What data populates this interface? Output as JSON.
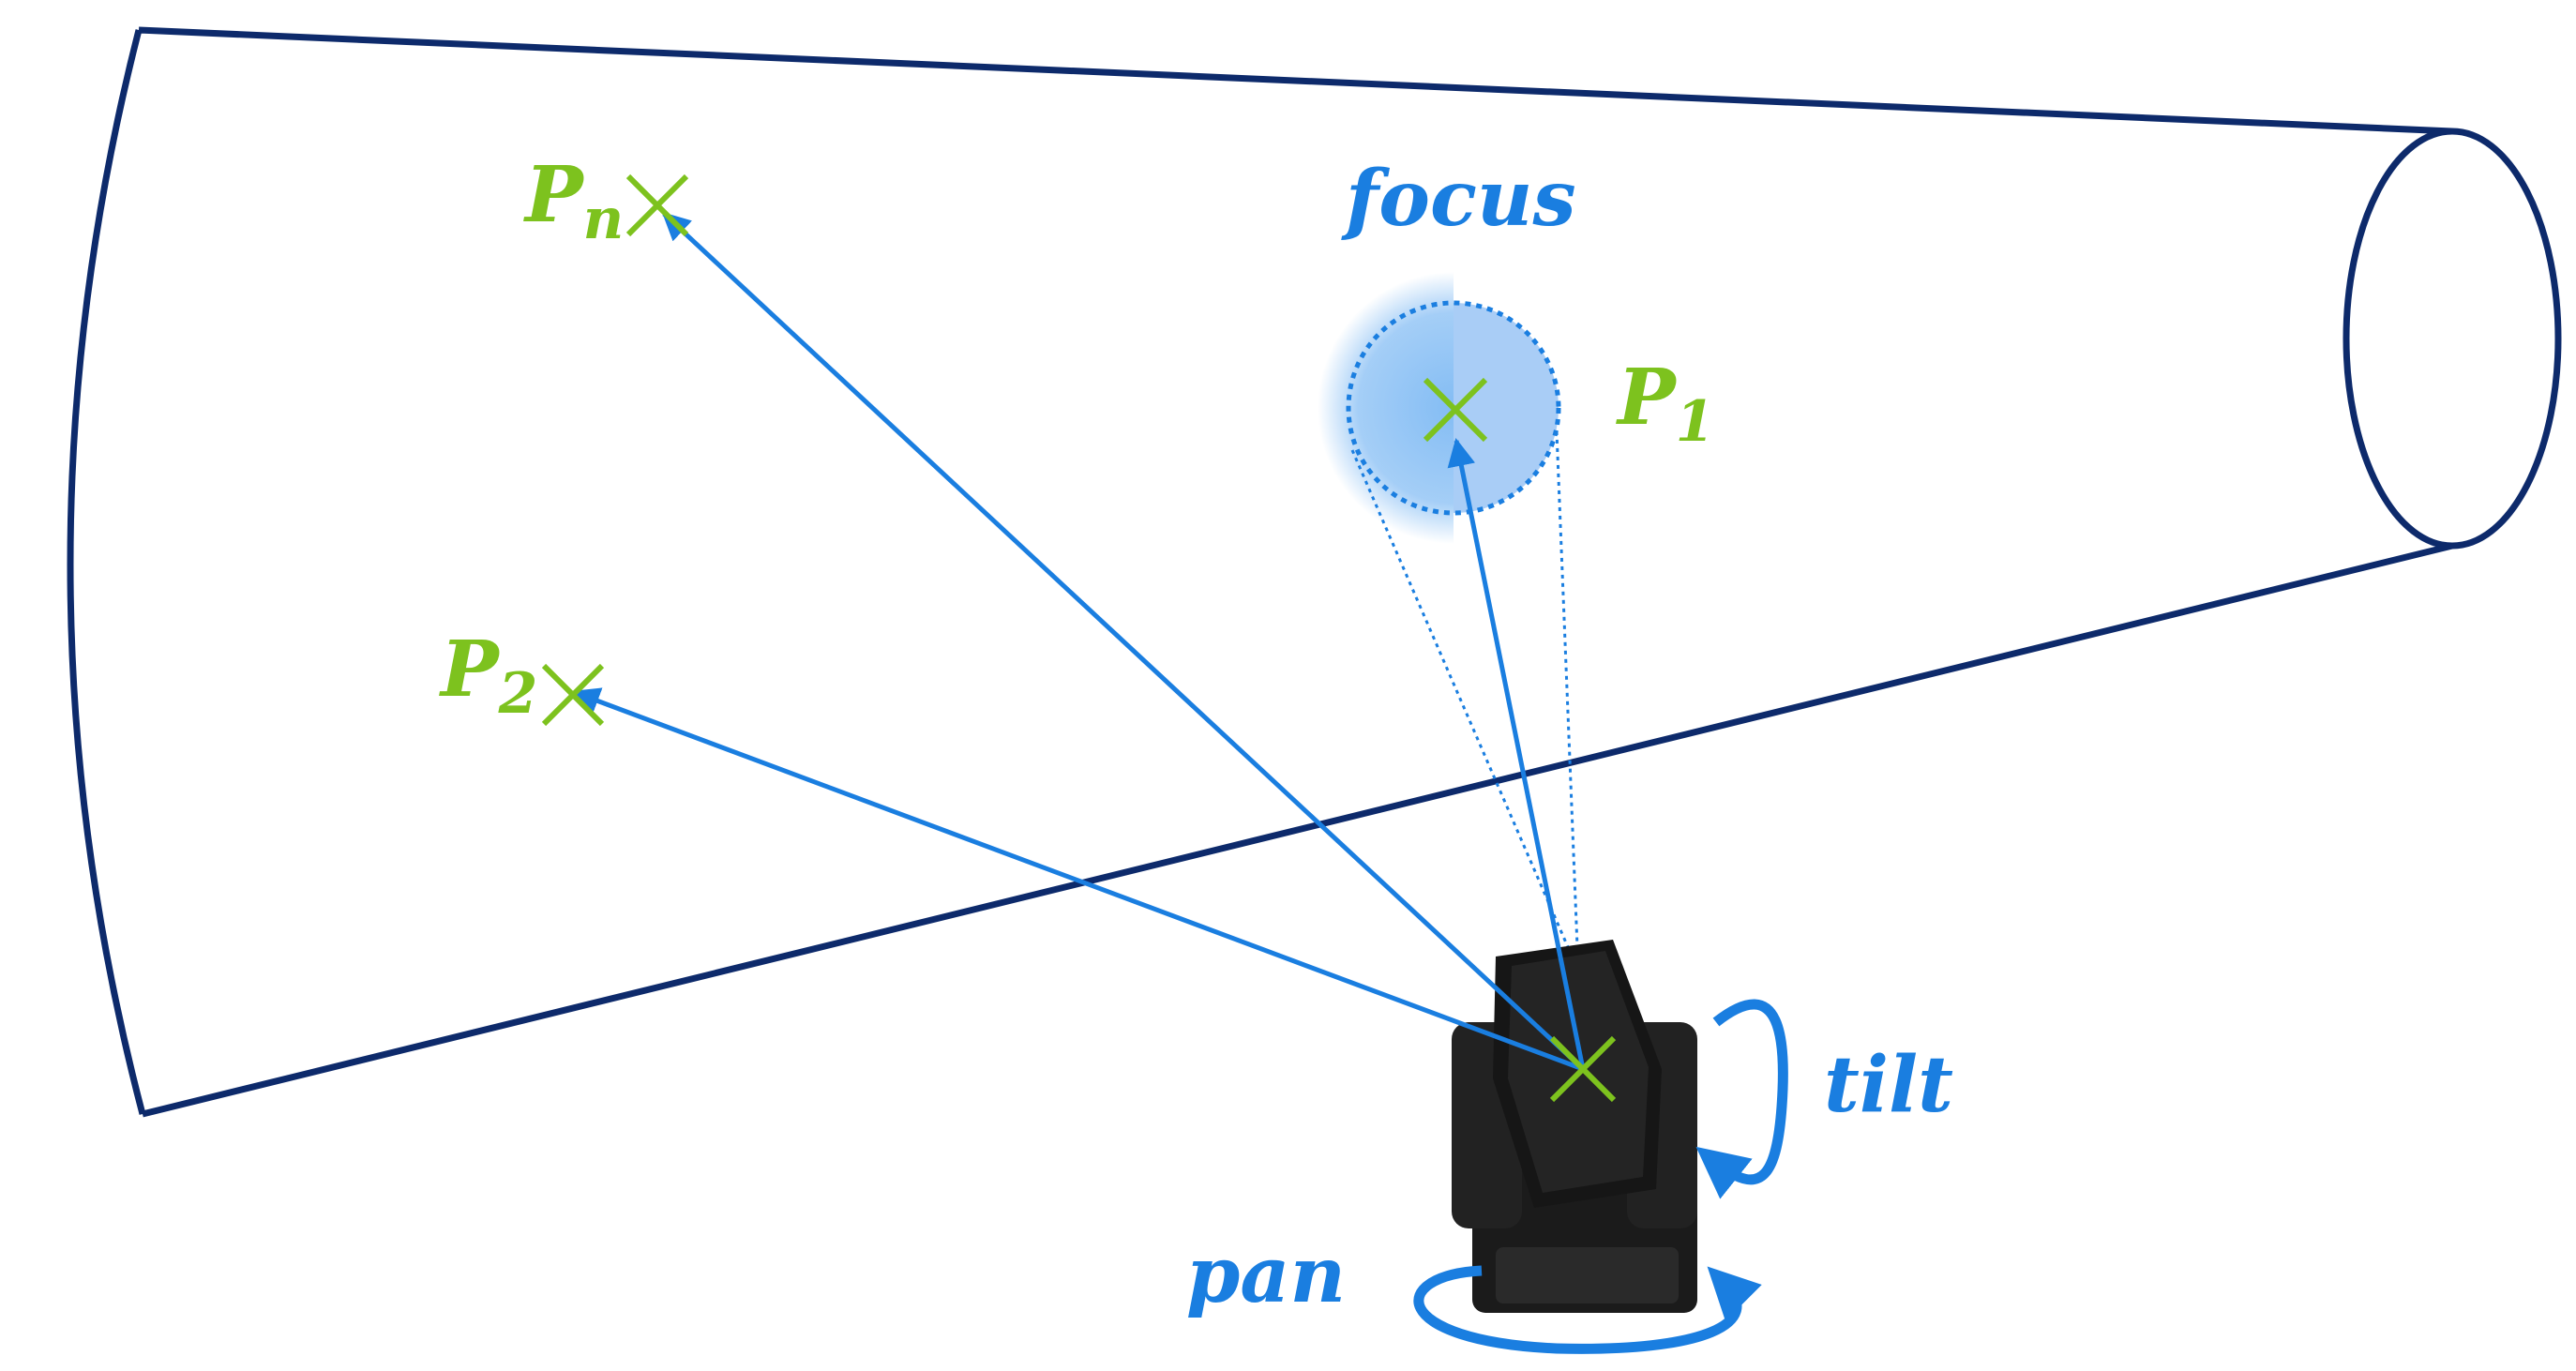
{
  "colors": {
    "outline": "#0d2a6b",
    "ray": "#1a7ee0",
    "marker": "#7dc21e",
    "focus_fill": "#5aa6f0",
    "fixture": "#1b1b1b"
  },
  "labels": {
    "focus": "focus",
    "pan": "pan",
    "tilt": "tilt",
    "points": [
      {
        "letter": "P",
        "sub": "n"
      },
      {
        "letter": "P",
        "sub": "1"
      },
      {
        "letter": "P",
        "sub": "2"
      }
    ]
  },
  "icons": [
    "moving-head-light-icon",
    "pan-arrow-icon",
    "tilt-arrow-icon",
    "target-cross-icon"
  ]
}
